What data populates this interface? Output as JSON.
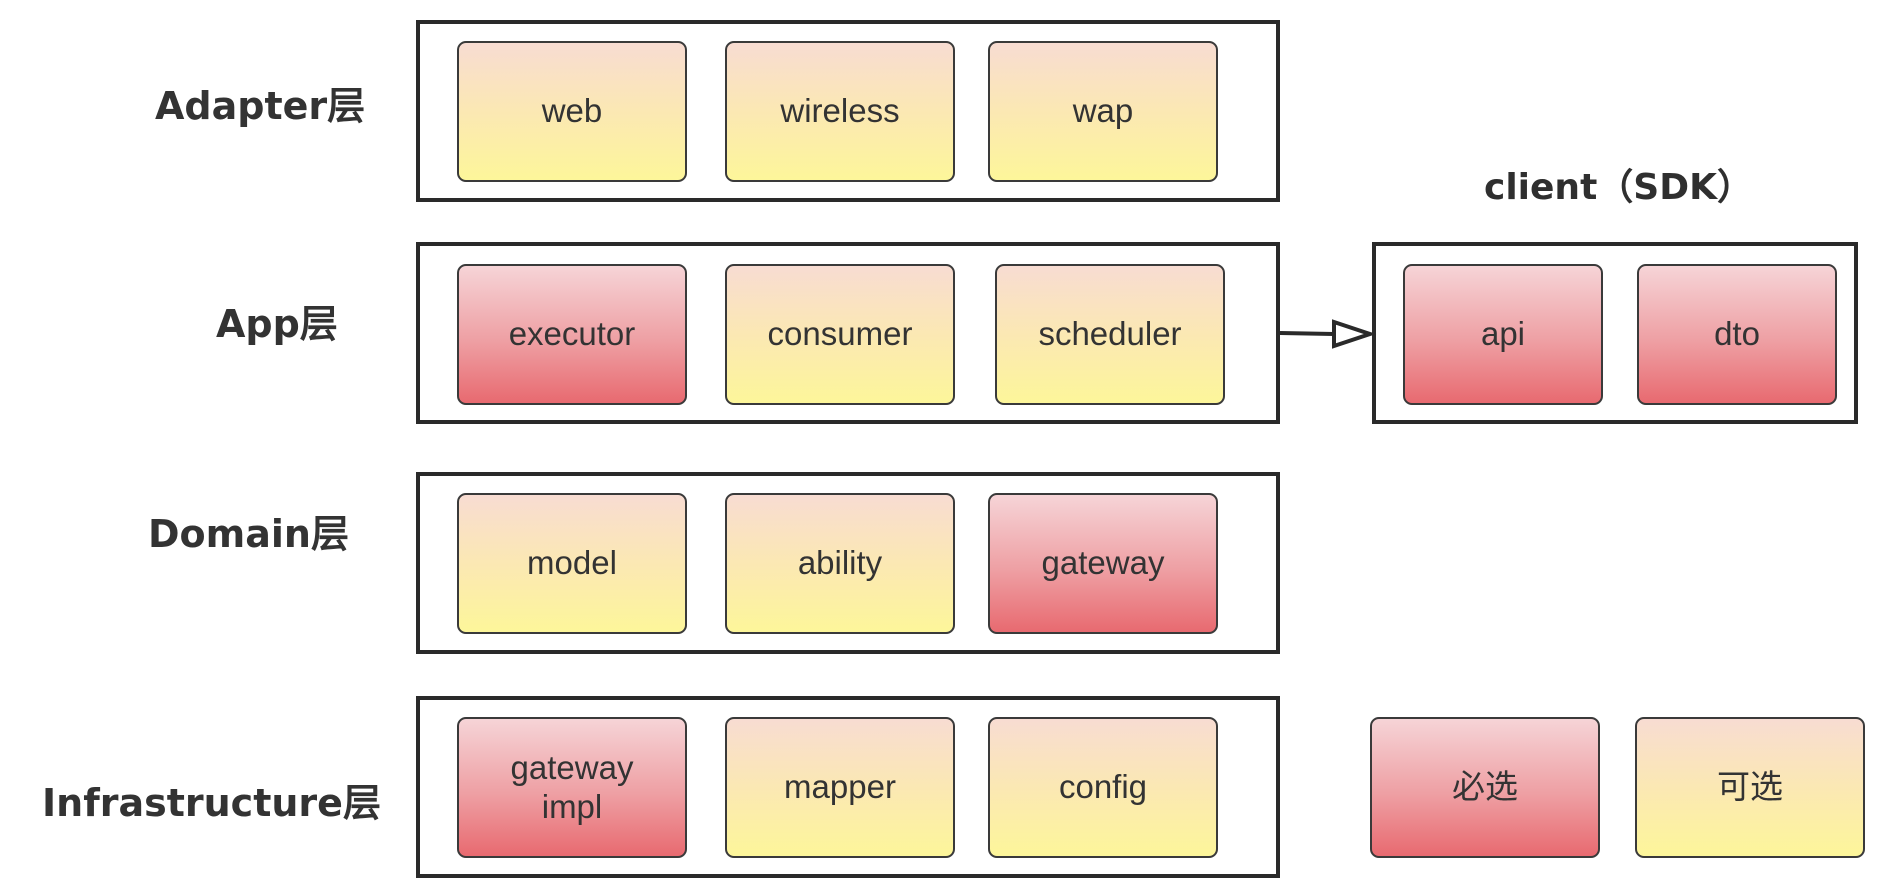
{
  "layers": [
    {
      "label": "Adapter层",
      "modules": [
        {
          "text": "web",
          "kind": "optional"
        },
        {
          "text": "wireless",
          "kind": "optional"
        },
        {
          "text": "wap",
          "kind": "optional"
        }
      ]
    },
    {
      "label": "App层",
      "modules": [
        {
          "text": "executor",
          "kind": "required"
        },
        {
          "text": "consumer",
          "kind": "optional"
        },
        {
          "text": "scheduler",
          "kind": "optional"
        }
      ]
    },
    {
      "label": "Domain层",
      "modules": [
        {
          "text": "model",
          "kind": "optional"
        },
        {
          "text": "ability",
          "kind": "optional"
        },
        {
          "text": "gateway",
          "kind": "required"
        }
      ]
    },
    {
      "label": "Infrastructure层",
      "modules": [
        {
          "text": "gateway\nimpl",
          "kind": "required"
        },
        {
          "text": "mapper",
          "kind": "optional"
        },
        {
          "text": "config",
          "kind": "optional"
        }
      ]
    }
  ],
  "client": {
    "title": "client（SDK）",
    "modules": [
      {
        "text": "api",
        "kind": "required"
      },
      {
        "text": "dto",
        "kind": "required"
      }
    ]
  },
  "legend": [
    {
      "text": "必选",
      "kind": "required"
    },
    {
      "text": "可选",
      "kind": "optional"
    }
  ],
  "colors": {
    "frame": "#2a2a2a",
    "required_top": "#f6d4d7",
    "required_bottom": "#e86a70",
    "optional_top": "#f8dcd2",
    "optional_bottom": "#fdf69a"
  }
}
